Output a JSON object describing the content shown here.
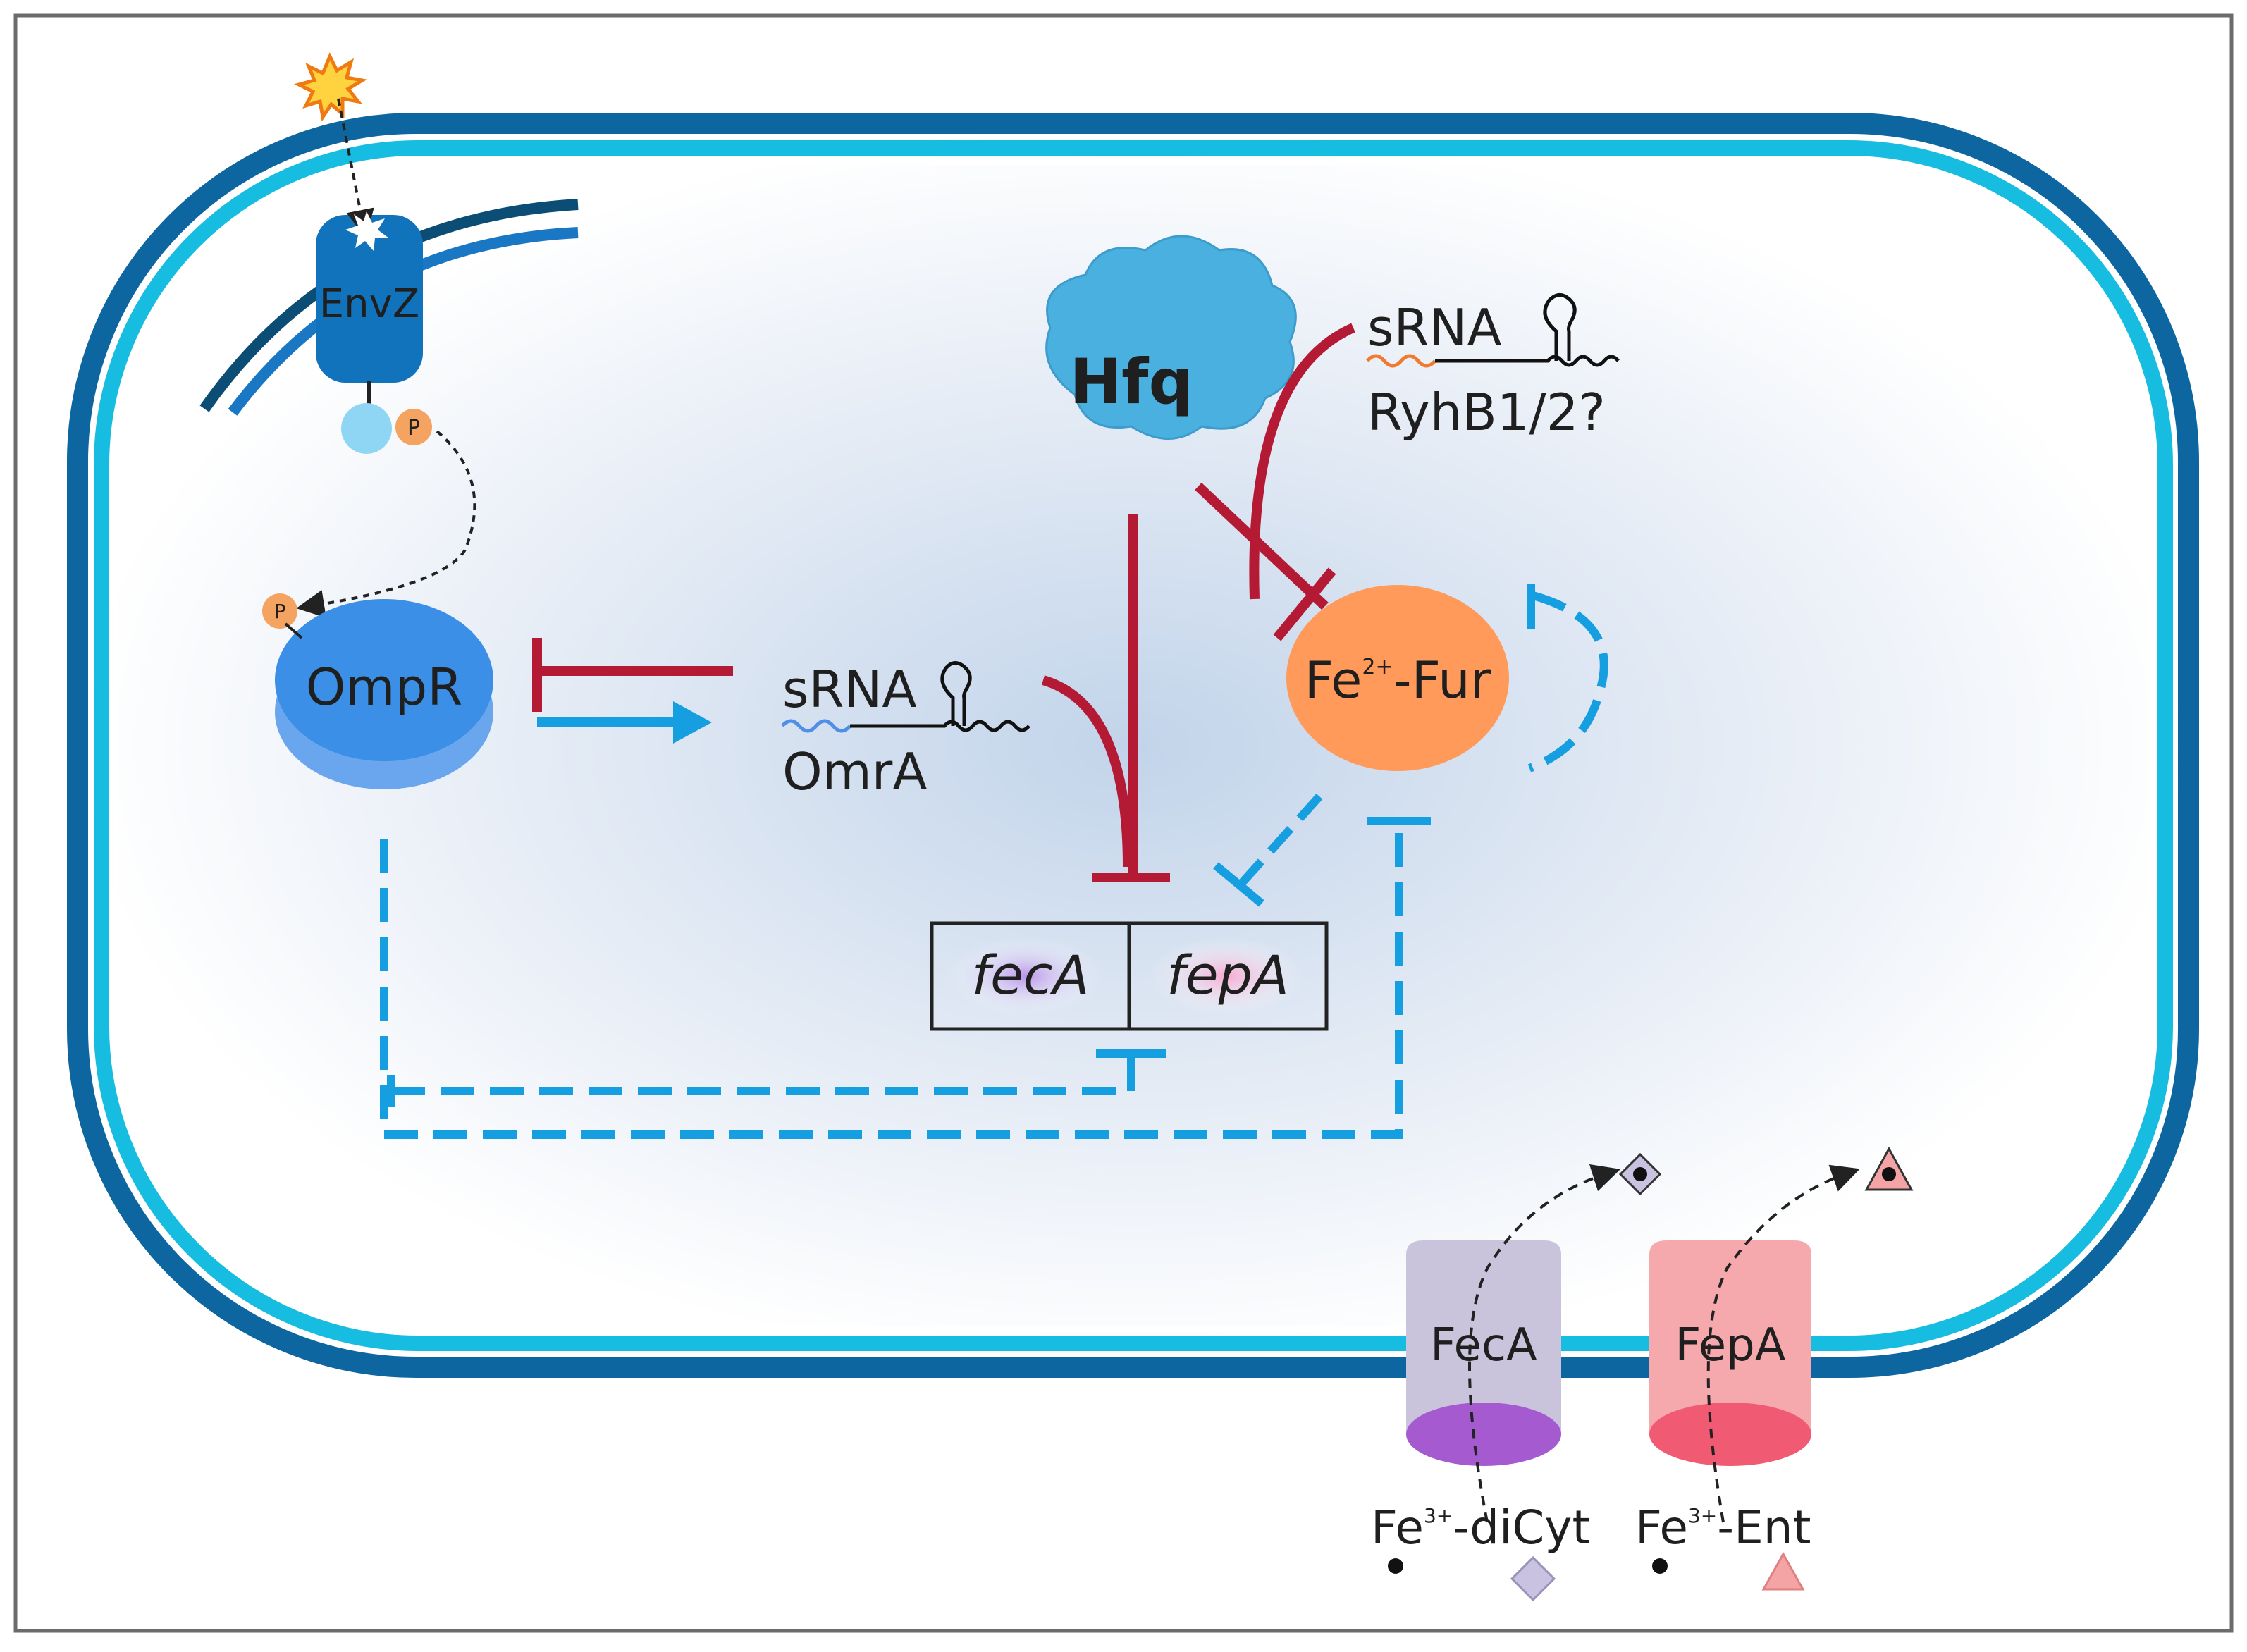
{
  "labels": {
    "envz": "EnvZ",
    "phospho": "P",
    "ompr": "OmpR",
    "hfq": "Hfq",
    "srna_top": "sRNA",
    "ryhb": "RyhB1/2?",
    "srna_mid": "sRNA",
    "omra": "OmrA",
    "fur_prefix": "Fe",
    "fur_sup": "2+",
    "fur_suffix": "-Fur",
    "feca_gene": "fecA",
    "fepa_gene": "fepA",
    "feca_protein": "FecA",
    "fepa_protein": "FepA",
    "dicyt_prefix": "Fe",
    "dicyt_sup": "3+",
    "dicyt_suffix": "-diCyt",
    "ent_prefix": "Fe",
    "ent_sup": "3+",
    "ent_suffix": "-Ent"
  },
  "colors": {
    "outer_membrane": "#0d66a0",
    "inner_membrane": "#16bde0",
    "cytoplasm_glow": "#c2d4ea",
    "envz": "#1273bd",
    "ompr": "#3b8fe6",
    "phosphate": "#f4a460",
    "hfq": "#49b0e0",
    "fur": "#ff9a5a",
    "repression_red": "#b51a35",
    "repression_blue": "#169fe0",
    "feca": "#c9c3dc",
    "feca_base": "#a55bcf",
    "fepa": "#f5a9ad",
    "fepa_base": "#f05a72",
    "diamond": "#c9c2e0",
    "triangle": "#f4a4a4"
  },
  "icons": {
    "signal": "starburst-icon",
    "srna_hairpin": "rna-hairpin-icon",
    "iron": "iron-atom-icon",
    "dicyt": "diamond-icon",
    "ent": "triangle-icon"
  }
}
